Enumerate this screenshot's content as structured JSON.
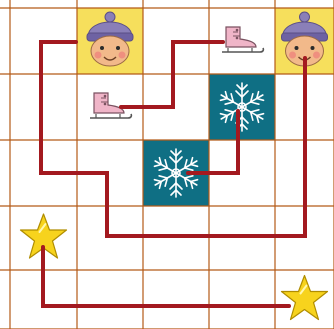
{
  "game": {
    "grid": {
      "rows": 5,
      "cols": 5
    },
    "colors": {
      "background": "#ffffff",
      "grid_line": "#b45a17",
      "path": "#a3191f",
      "face_tile": "#f6df5c",
      "snow_tile": "#0f6f84",
      "skate": "#f0b5c8",
      "star": "#f7d31d"
    },
    "tiles": [
      {
        "row": 0,
        "col": 1,
        "icon": "kid-face-icon",
        "tile": "yellow"
      },
      {
        "row": 0,
        "col": 3,
        "icon": "ice-skate-icon",
        "tile": "none"
      },
      {
        "row": 0,
        "col": 4,
        "icon": "kid-face-icon",
        "tile": "yellow"
      },
      {
        "row": 1,
        "col": 1,
        "icon": "ice-skate-icon",
        "tile": "none"
      },
      {
        "row": 1,
        "col": 3,
        "icon": "snowflake-icon",
        "tile": "teal"
      },
      {
        "row": 2,
        "col": 2,
        "icon": "snowflake-icon",
        "tile": "teal"
      },
      {
        "row": 3,
        "col": 0,
        "icon": "star-icon",
        "tile": "none"
      },
      {
        "row": 4,
        "col": 4,
        "icon": "star-icon",
        "tile": "none"
      }
    ],
    "connections": [
      {
        "from": "kid-face-1",
        "to": "kid-face-2"
      },
      {
        "from": "ice-skate-1",
        "to": "ice-skate-2"
      },
      {
        "from": "snowflake-1",
        "to": "snowflake-2"
      },
      {
        "from": "star-1",
        "to": "star-2"
      }
    ]
  }
}
